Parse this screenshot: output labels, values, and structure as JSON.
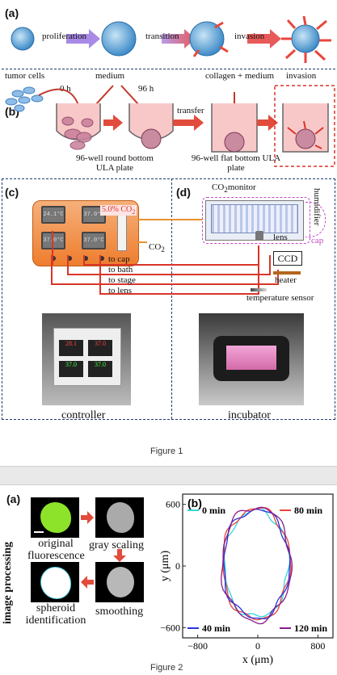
{
  "figure1": {
    "panel_a": {
      "label": "(a)",
      "steps": [
        "proliferation",
        "transition",
        "invasion"
      ]
    },
    "panel_b": {
      "label": "(b)",
      "tumor_cells": "tumor cells",
      "medium": "medium",
      "time_0": "0 h",
      "time_96": "96 h",
      "transfer": "transfer",
      "collagen_medium": "collagen + medium",
      "invasion": "invasion",
      "plate_round": "96-well round bottom ULA plate",
      "plate_flat": "96-well flat bottom ULA plate"
    },
    "panel_c": {
      "label": "(c)",
      "co2_display": "5.0% CO",
      "co2_sub": "2",
      "co2_label": "CO",
      "co2_label_sub": "2",
      "lines": [
        "to cap",
        "to bath",
        "to stage",
        "to lens"
      ],
      "photo_caption": "controller"
    },
    "panel_d": {
      "label": "(d)",
      "co2_monitor": "CO",
      "co2_monitor_sub": "2",
      "co2_monitor_tail": "monitor",
      "humidifier": "humidifier",
      "cap": "cap",
      "lens": "lens",
      "ccd": "CCD",
      "heater": "heater",
      "temperature_sensor": "temperature sensor",
      "photo_caption": "incubator"
    },
    "caption": "Figure 1"
  },
  "figure2": {
    "panel_a": {
      "label": "(a)",
      "side_label": "image processing",
      "original": "original",
      "fluorescence": "fluorescence",
      "gray_scaling": "gray scaling",
      "smoothing": "smoothing",
      "spheroid": "spheroid",
      "identification": "identification"
    },
    "panel_b": {
      "label": "(b)",
      "chart_data": {
        "type": "line",
        "title": "",
        "xlabel": "x (μm)",
        "ylabel": "y (μm)",
        "xlim": [
          -1000,
          1000
        ],
        "ylim": [
          -700,
          700
        ],
        "xticks": [
          -800,
          0,
          800
        ],
        "yticks": [
          600,
          0,
          -600
        ],
        "series": [
          {
            "name": "0 min",
            "color": "#33d6e0"
          },
          {
            "name": "80 min",
            "color": "#e8463c"
          },
          {
            "name": "40 min",
            "color": "#2a34d8"
          },
          {
            "name": "120 min",
            "color": "#8a1a8a"
          }
        ]
      }
    },
    "caption": "Figure 2"
  }
}
